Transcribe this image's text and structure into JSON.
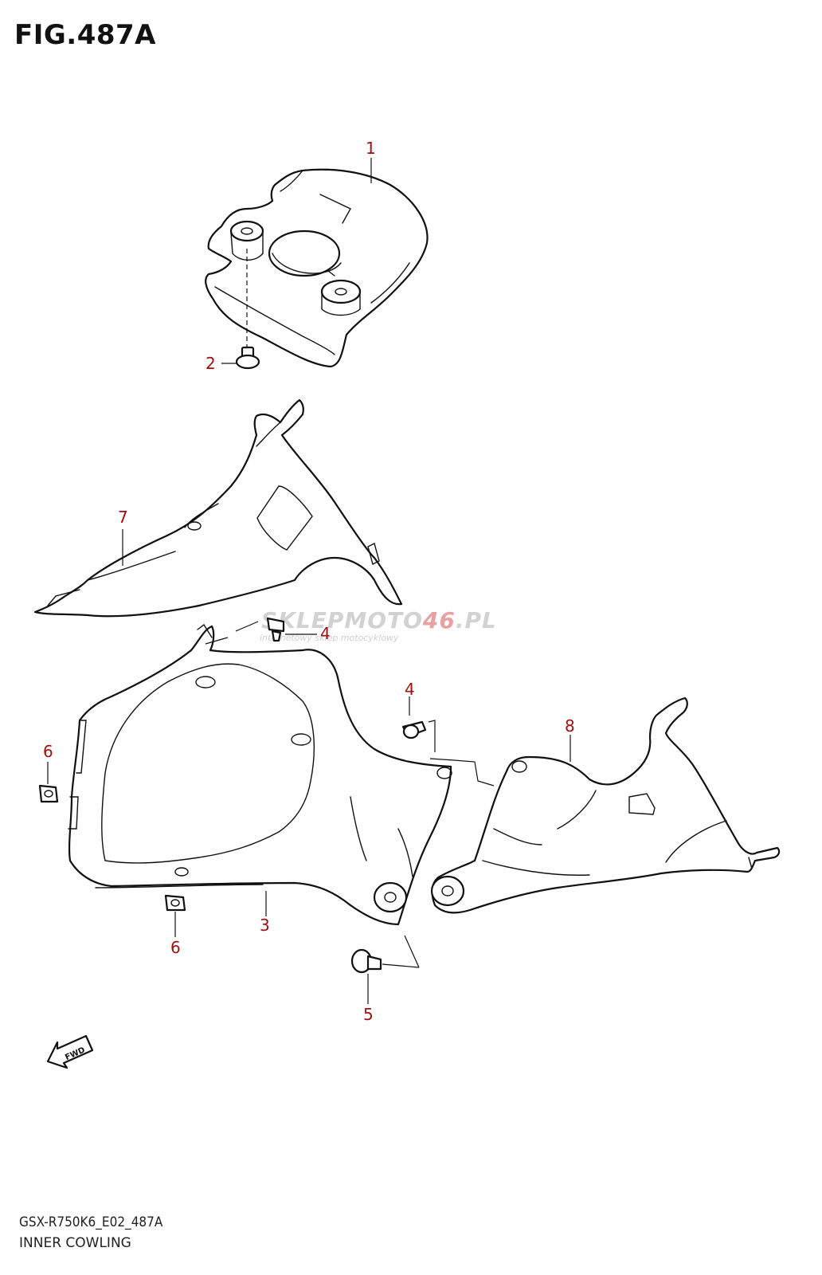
{
  "figure": {
    "title": "FIG.487A",
    "model_code": "GSX-R750K6_E02_487A",
    "section_name": "INNER COWLING"
  },
  "callouts": [
    {
      "id": "c1",
      "label": "1"
    },
    {
      "id": "c2",
      "label": "2"
    },
    {
      "id": "c3",
      "label": "3"
    },
    {
      "id": "c4a",
      "label": "4"
    },
    {
      "id": "c4b",
      "label": "4"
    },
    {
      "id": "c5",
      "label": "5"
    },
    {
      "id": "c6a",
      "label": "6"
    },
    {
      "id": "c6b",
      "label": "6"
    },
    {
      "id": "c7",
      "label": "7"
    },
    {
      "id": "c8",
      "label": "8"
    }
  ],
  "watermark": {
    "brand_part1": "SKLEPMOTO",
    "brand_part2": "46",
    "brand_part3": ".PL",
    "tagline": "internetowy sklep motocyklowy"
  },
  "direction_marker": {
    "label": "FWD",
    "icon": "fwd-arrow-icon"
  },
  "colors": {
    "callout": "#a01010",
    "line": "#111111",
    "watermark": "#d2d2d2",
    "watermark_accent": "#e8a0a0"
  }
}
